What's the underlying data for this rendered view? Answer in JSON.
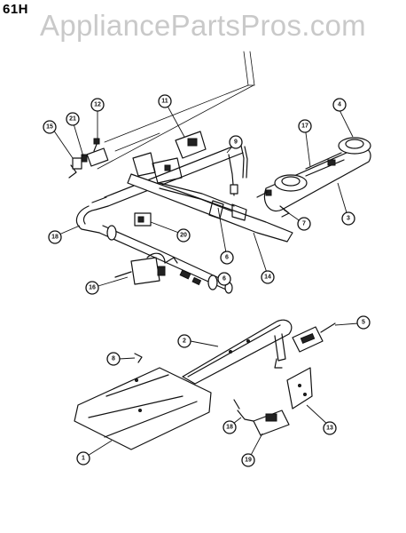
{
  "page_id": "61H",
  "watermark": "AppliancePartsPros.com",
  "callouts": [
    {
      "label": "1"
    },
    {
      "label": "2"
    },
    {
      "label": "3"
    },
    {
      "label": "4"
    },
    {
      "label": "5"
    },
    {
      "label": "6"
    },
    {
      "label": "7"
    },
    {
      "label": "8"
    },
    {
      "label": "9"
    },
    {
      "label": "6"
    },
    {
      "label": "11"
    },
    {
      "label": "12"
    },
    {
      "label": "13"
    },
    {
      "label": "14"
    },
    {
      "label": "15"
    },
    {
      "label": "16"
    },
    {
      "label": "17"
    },
    {
      "label": "18"
    },
    {
      "label": "19"
    },
    {
      "label": "20"
    },
    {
      "label": "21"
    },
    {
      "label": "18"
    }
  ]
}
